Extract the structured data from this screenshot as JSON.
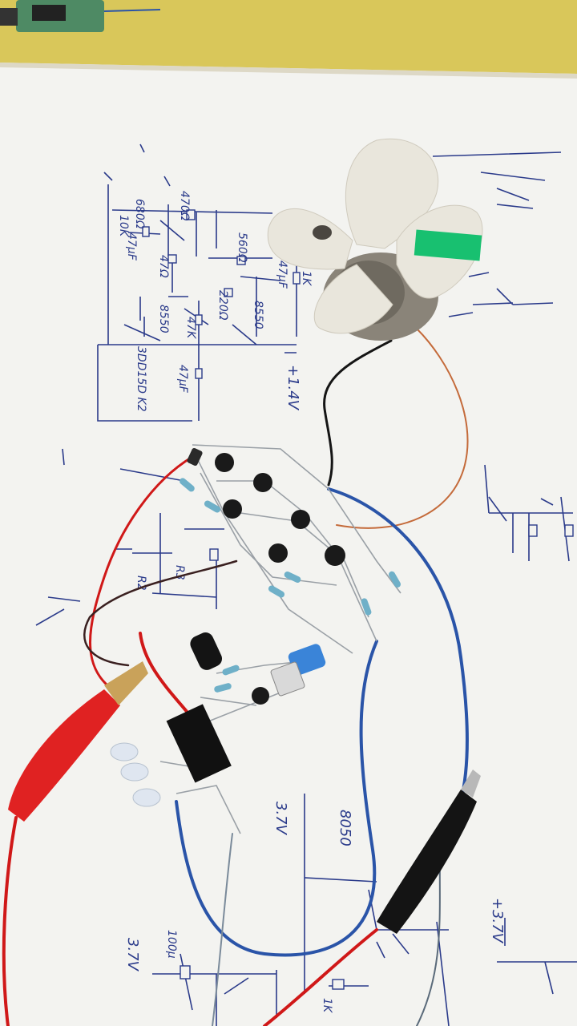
{
  "scene": {
    "description_free": true,
    "colors": {
      "table": "#d9c75a",
      "paper": "#f3f3f0",
      "ink": "#2a3a8a",
      "wire_red": "#d01818",
      "wire_blue": "#2a54a8",
      "wire_black": "#151515",
      "wire_copper": "#c46a3a",
      "fan_blade": "#e9e6dc",
      "fan_tape": "#18c070",
      "transistor": "#1a1a1a",
      "clip_red": "#e02222",
      "clip_black": "#141414"
    },
    "labels": {
      "l1": "680Ω",
      "l2": "10K",
      "l3": "47μF",
      "l4": "47Ω",
      "l5": "8550",
      "l6": "470Ω",
      "l7": "560Ω",
      "l8": "47μF",
      "l9": "1K",
      "l10": "8550",
      "l11": "220Ω",
      "l12": "47K",
      "l13": "3DD15D K2",
      "l14": "47μF",
      "l15": "+1.4V",
      "l16": "3.7V",
      "l17": "8050",
      "l18": "3.7V",
      "l19": "100μ",
      "l20": "+3.7V",
      "l21": "R2",
      "l22": "R3",
      "l23": "1K"
    }
  }
}
